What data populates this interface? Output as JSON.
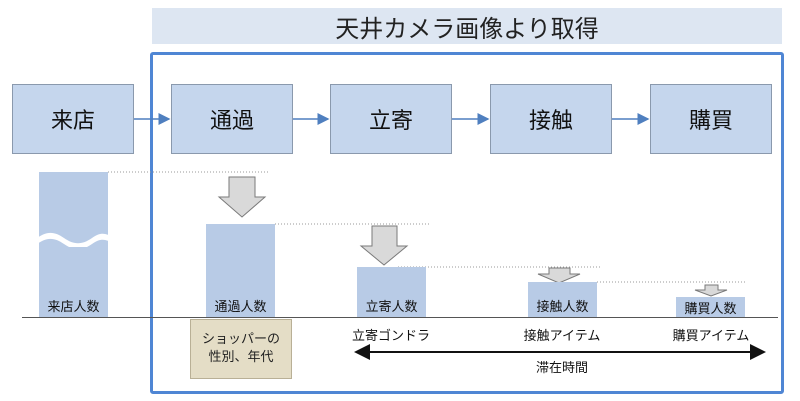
{
  "title": "天井カメラ画像より取得",
  "stages": [
    "来店",
    "通過",
    "立寄",
    "接触",
    "購買"
  ],
  "bars": [
    {
      "label": "来店人数"
    },
    {
      "label": "通過人数"
    },
    {
      "label": "立寄人数"
    },
    {
      "label": "接触人数"
    },
    {
      "label": "購買人数"
    }
  ],
  "note": {
    "line1": "ショッパーの",
    "line2": "性別、年代"
  },
  "bottom": {
    "tachiyori_item": "立寄ゴンドラ",
    "sesshoku_item": "接触アイテム",
    "kobai_item": "購買アイテム",
    "duration": "滞在時間"
  },
  "colors": {
    "frame": "#4f86d4",
    "stage_fill": "#c5d6ed",
    "bar_fill": "#b8cbe6",
    "note_fill": "#e4ddc6",
    "title_band": "#dde6f2"
  }
}
